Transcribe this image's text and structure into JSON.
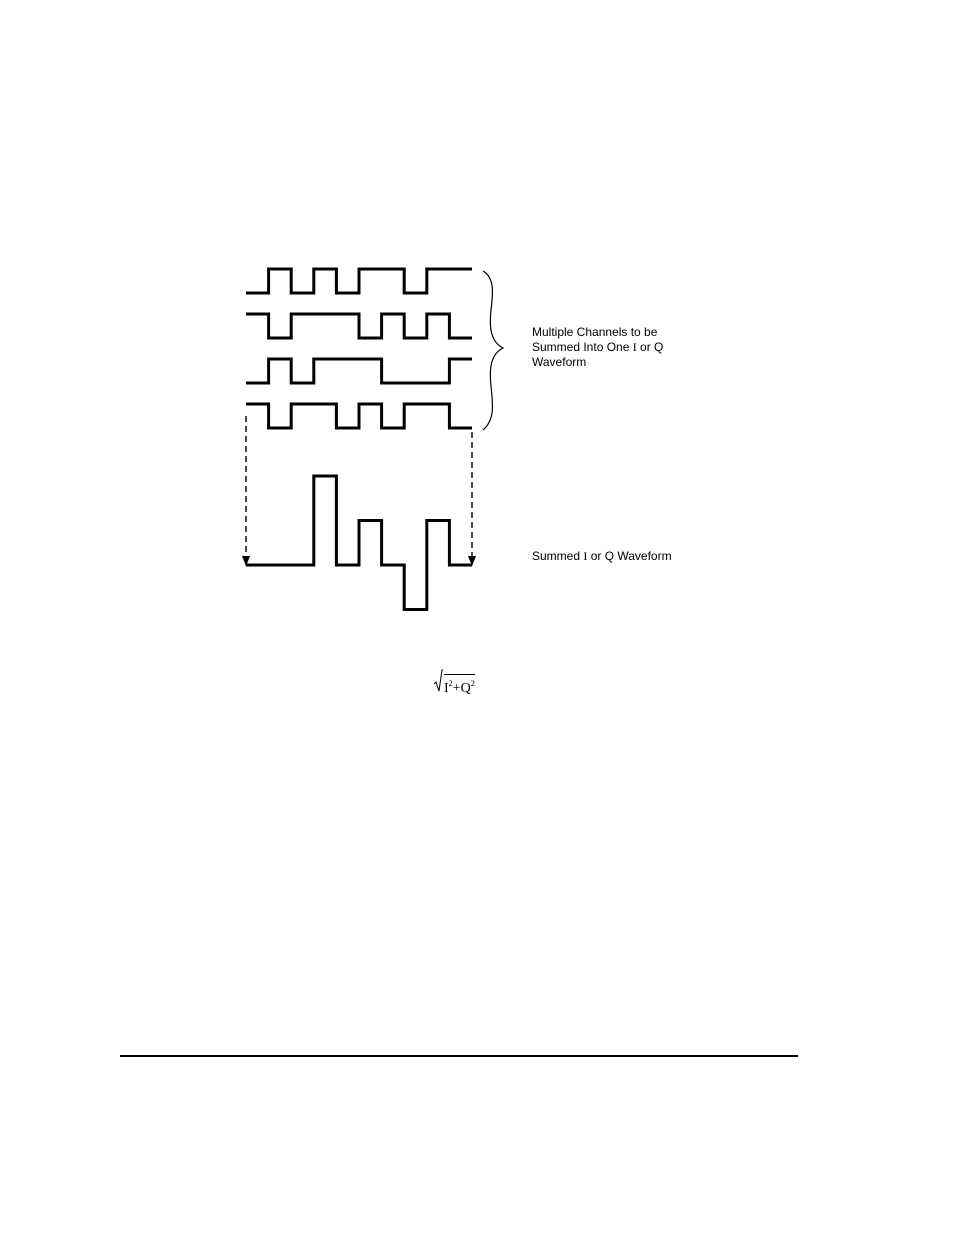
{
  "labels": {
    "channels_line1": "Multiple Channels to be",
    "channels_line2_pre": "Summed Into One ",
    "channels_line2_I": "I",
    "channels_line2_post": " or Q",
    "channels_line3": "Waveform",
    "summed_pre": "Summed ",
    "summed_I": "I",
    "summed_post": " or Q Waveform"
  },
  "formula": {
    "base_I": "I",
    "exp_I": "2",
    "plus": "+",
    "base_Q": "Q",
    "exp_Q": "2"
  },
  "waveforms": {
    "channels": [
      {
        "name": "channel-1",
        "bits": [
          0,
          1,
          0,
          1,
          0,
          1,
          1,
          0,
          1,
          1
        ]
      },
      {
        "name": "channel-2",
        "bits": [
          1,
          0,
          1,
          1,
          1,
          0,
          1,
          0,
          1,
          0
        ]
      },
      {
        "name": "channel-3",
        "bits": [
          0,
          1,
          0,
          1,
          1,
          1,
          0,
          0,
          0,
          1
        ]
      },
      {
        "name": "channel-4",
        "bits": [
          1,
          0,
          1,
          1,
          0,
          1,
          0,
          1,
          1,
          0
        ]
      }
    ],
    "summed": {
      "name": "summed-waveform",
      "levels": [
        0,
        0,
        0,
        2,
        0,
        1,
        0,
        -1,
        1,
        0
      ]
    }
  }
}
